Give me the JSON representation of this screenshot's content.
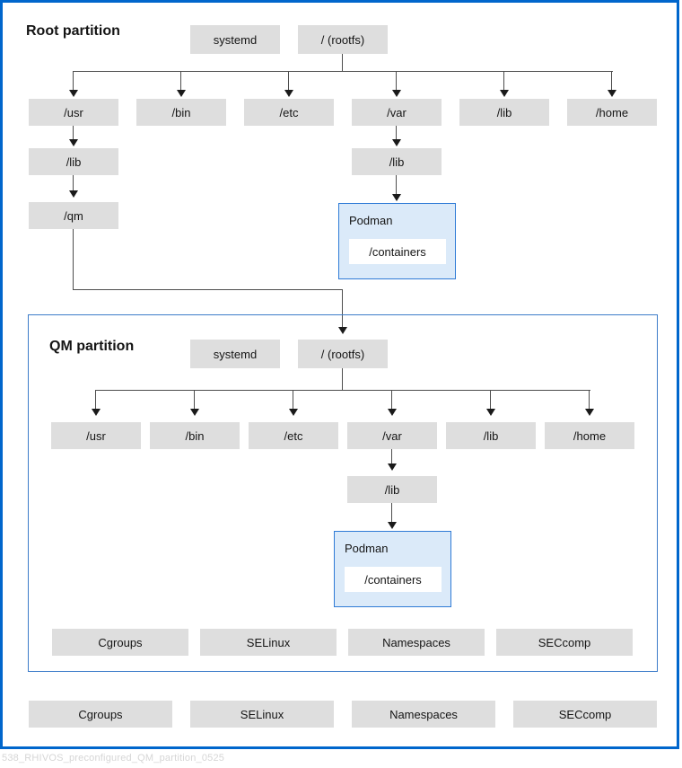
{
  "diagram": {
    "caption": "538_RHIVOS_preconfigured_QM_partition_0525",
    "colors": {
      "outer_frame_border": "#0066cc",
      "qm_frame_border": "#3d7cc9",
      "box_fill": "#dedede",
      "podman_fill": "#dbeaf9",
      "podman_border": "#2f7bd6",
      "podman_inner_fill": "#ffffff",
      "connector": "#4d4d4d",
      "text": "#151515",
      "caption_text": "#d6d6d6"
    }
  },
  "root_partition": {
    "title": "Root partition",
    "systemd_label": "systemd",
    "rootfs_label": "/ (rootfs)",
    "directories": [
      {
        "label": "/usr"
      },
      {
        "label": "/bin"
      },
      {
        "label": "/etc"
      },
      {
        "label": "/var"
      },
      {
        "label": "/lib"
      },
      {
        "label": "/home"
      }
    ],
    "usr_lib_label": "/lib",
    "usr_qm_label": "/qm",
    "var_lib_label": "/lib",
    "podman": {
      "title": "Podman",
      "containers_label": "/containers"
    }
  },
  "qm_partition": {
    "title": "QM partition",
    "systemd_label": "systemd",
    "rootfs_label": "/ (rootfs)",
    "directories": [
      {
        "label": "/usr"
      },
      {
        "label": "/bin"
      },
      {
        "label": "/etc"
      },
      {
        "label": "/var"
      },
      {
        "label": "/lib"
      },
      {
        "label": "/home"
      }
    ],
    "var_lib_label": "/lib",
    "podman": {
      "title": "Podman",
      "containers_label": "/containers"
    },
    "security_features": [
      {
        "label": "Cgroups"
      },
      {
        "label": "SELinux"
      },
      {
        "label": "Namespaces"
      },
      {
        "label": "SECcomp"
      }
    ]
  },
  "host_security_features": [
    {
      "label": "Cgroups"
    },
    {
      "label": "SELinux"
    },
    {
      "label": "Namespaces"
    },
    {
      "label": "SECcomp"
    }
  ]
}
